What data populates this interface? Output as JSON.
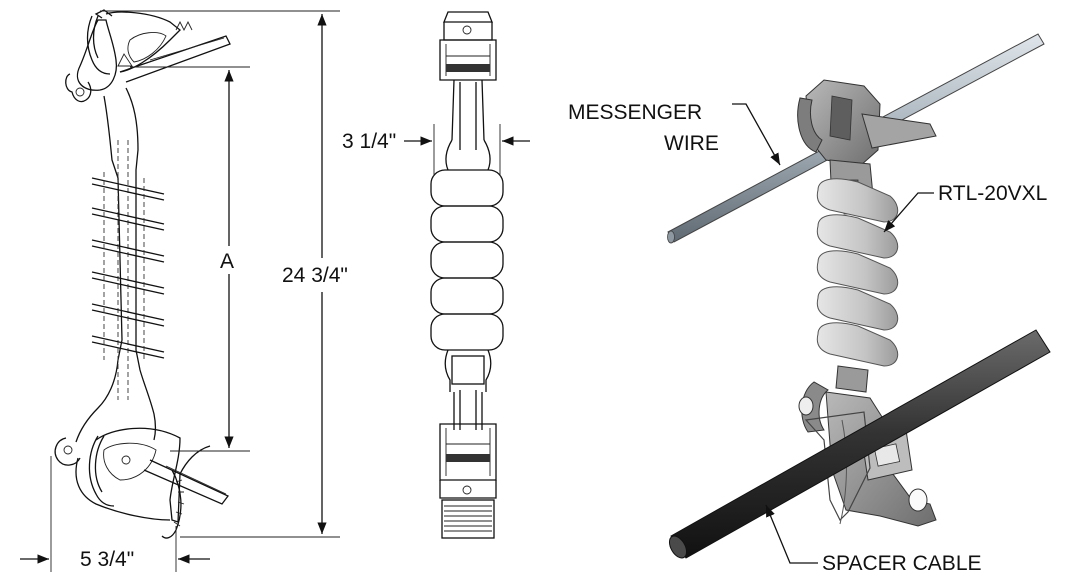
{
  "dimensions": {
    "overall_height": "24 3/4\"",
    "span": "A",
    "width": "5 3/4\"",
    "thickness": "3 1/4\""
  },
  "callouts": {
    "messenger_line1": "MESSENGER",
    "messenger_line2": "WIRE",
    "model": "RTL-20VXL",
    "spacer": "SPACER CABLE"
  },
  "colors": {
    "line": "#111111",
    "messenger_wire": "#a9b3bb",
    "insulator_gray": "#c9c9c9",
    "clamp_gray": "#8d8d8d",
    "spacer_cable": "#2e2e2e"
  }
}
